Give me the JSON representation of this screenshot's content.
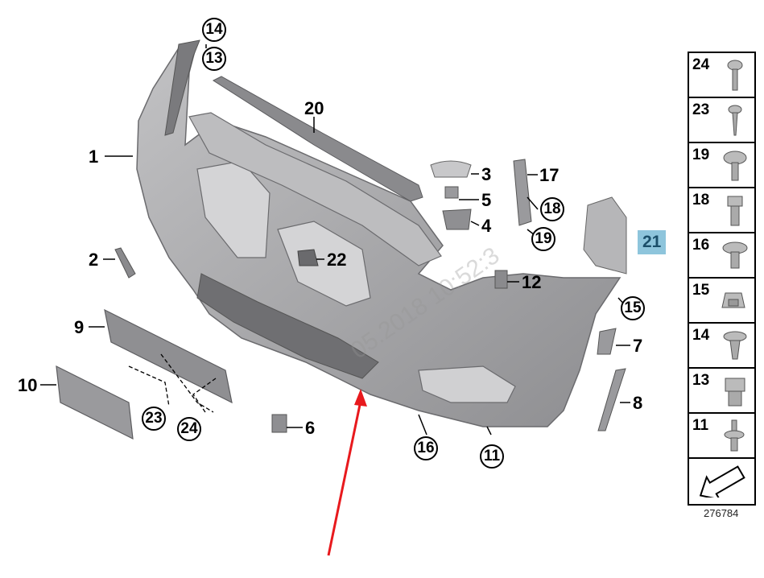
{
  "callouts": {
    "c1": "1",
    "c2": "2",
    "c3": "3",
    "c4": "4",
    "c5": "5",
    "c6": "6",
    "c7": "7",
    "c8": "8",
    "c9": "9",
    "c10": "10",
    "c11": "11",
    "c12": "12",
    "c13": "13",
    "c14": "14",
    "c15": "15",
    "c16": "16",
    "c17": "17",
    "c18": "18",
    "c19": "19",
    "c20": "20",
    "c21": "21",
    "c22": "22",
    "c23": "23",
    "c24": "24"
  },
  "legend": [
    {
      "num": "24",
      "icon": "screw-icon"
    },
    {
      "num": "23",
      "icon": "tapping-screw-icon"
    },
    {
      "num": "19",
      "icon": "collar-screw-icon"
    },
    {
      "num": "18",
      "icon": "hex-screw-icon"
    },
    {
      "num": "16",
      "icon": "washer-screw-icon"
    },
    {
      "num": "15",
      "icon": "clip-nut-icon"
    },
    {
      "num": "14",
      "icon": "expansion-rivet-icon"
    },
    {
      "num": "13",
      "icon": "sleeve-nut-icon"
    },
    {
      "num": "11",
      "icon": "stud-screw-icon"
    },
    {
      "num": "",
      "icon": "arrow-icon"
    }
  ],
  "drawing_number": "276784",
  "watermark": "05.2018 10:52:3",
  "colors": {
    "part": "#a9a9ab",
    "part_dark": "#7f7f82",
    "highlight": "#8ec5dc",
    "arrow": "#e8191d"
  }
}
